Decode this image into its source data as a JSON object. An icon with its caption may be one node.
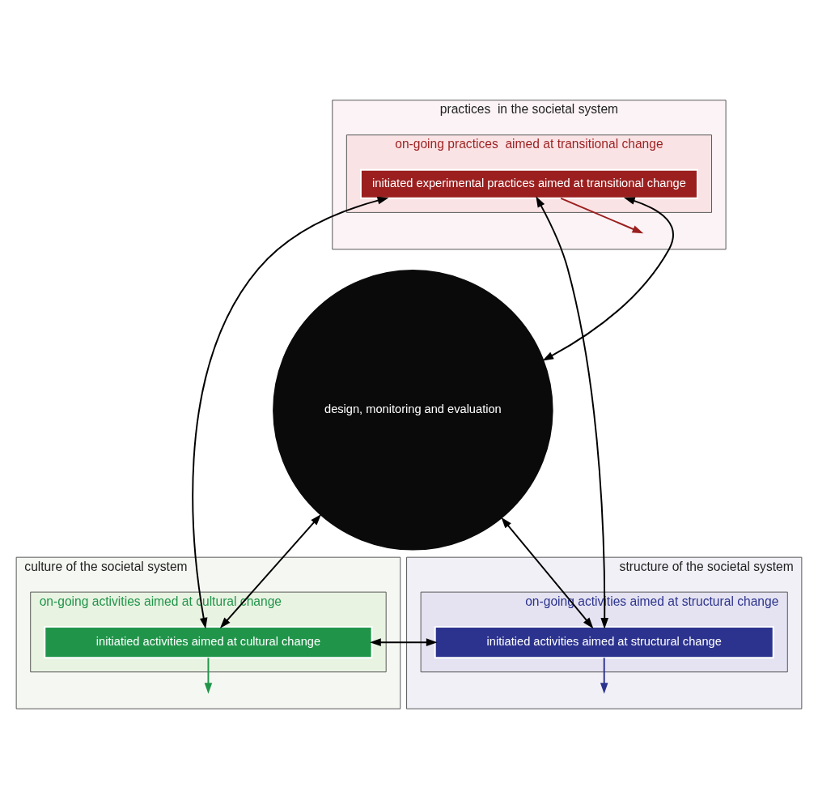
{
  "diagram": {
    "nodes": [
      {
        "text": [
          "practices  in the societal system"
        ]
      },
      {
        "text": [
          "on-going practices  aimed at transitional change"
        ],
        "in": 0
      },
      {
        "text": [
          "initiated experimental practices aimed at transitional change"
        ],
        "in": 1
      },
      {
        "text": [
          "culture of the societal system"
        ]
      },
      {
        "text": [
          "on-going activities aimed at cultural change"
        ],
        "in": 3
      },
      {
        "text": [
          "initiatied activities aimed at cultural change"
        ],
        "in": 4
      },
      {
        "text": [
          "structure of the societal system"
        ]
      },
      {
        "text": [
          "on-going activities aimed at structural change"
        ],
        "in": 6
      },
      {
        "text": [
          "initiatied activities aimed at structural change"
        ],
        "in": 7
      },
      {
        "text": [
          "design, monitoring and evaluation"
        ]
      }
    ],
    "edges": [
      {
        "from": 9,
        "to": 2,
        "arrow": "both"
      },
      {
        "from": 9,
        "to": 5,
        "arrow": "both"
      },
      {
        "from": 9,
        "to": 8,
        "arrow": "both"
      },
      {
        "from": 2,
        "to": 5,
        "arrow": "both"
      },
      {
        "from": 2,
        "to": 8,
        "arrow": "both"
      },
      {
        "from": 5,
        "to": 8,
        "arrow": "both"
      },
      {
        "from": 2,
        "to": null,
        "arrow": "to",
        "color": "#9b1f1f"
      },
      {
        "from": 5,
        "to": null,
        "arrow": "to",
        "color": "#20954a"
      },
      {
        "from": 8,
        "to": null,
        "arrow": "to",
        "color": "#2c338e"
      }
    ]
  }
}
